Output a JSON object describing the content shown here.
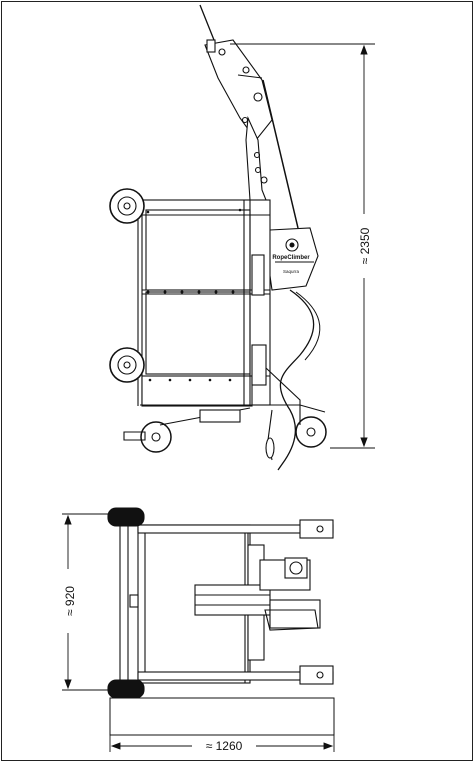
{
  "figure": {
    "dimensions": {
      "height": "≈ 2350",
      "width": "≈ 920",
      "length": "≈ 1260"
    },
    "device_label": {
      "brand": "RopeClimber",
      "sub": "Saqurra"
    }
  }
}
